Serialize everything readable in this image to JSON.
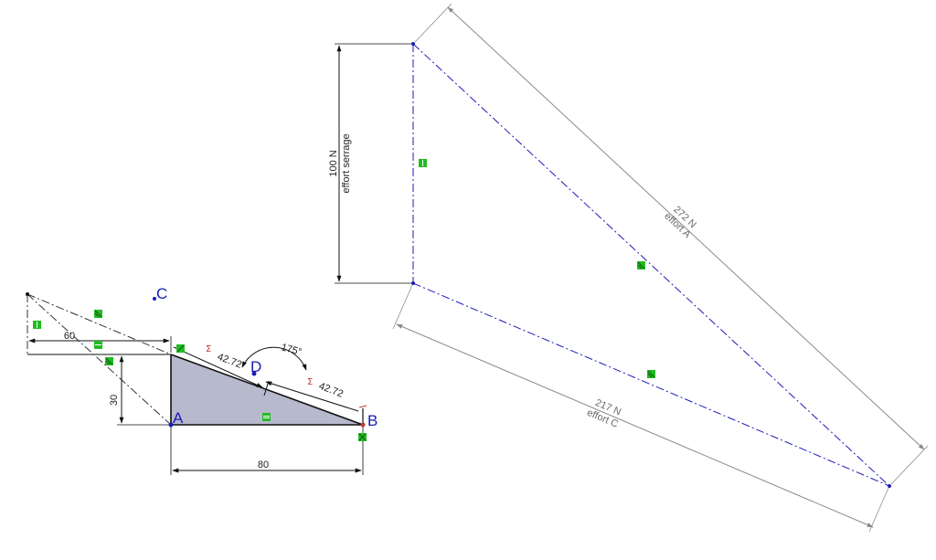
{
  "colors": {
    "construction": "#1c1cb8",
    "dimension": "#111111",
    "dimension_gray": "#8a8a8a",
    "fill": "#b7b9cc",
    "relation": "#22bb22",
    "angle_mark": "#c0392b"
  },
  "points": {
    "a": "A",
    "b": "B",
    "c": "C",
    "d": "D"
  },
  "part_dims": {
    "width": "60",
    "height": "30",
    "base": "80",
    "slope_1": "42.72",
    "slope_2": "42.72",
    "angle": "175°"
  },
  "force_dims": {
    "clamp_value": "100 N",
    "clamp_label": "effort serrage",
    "a_value": "272 N",
    "a_label": "effort A",
    "c_value": "217 N",
    "c_label": "effort C"
  },
  "icons": {
    "relation": "sketch-relation-icon",
    "angle": "angle-marker-icon"
  }
}
